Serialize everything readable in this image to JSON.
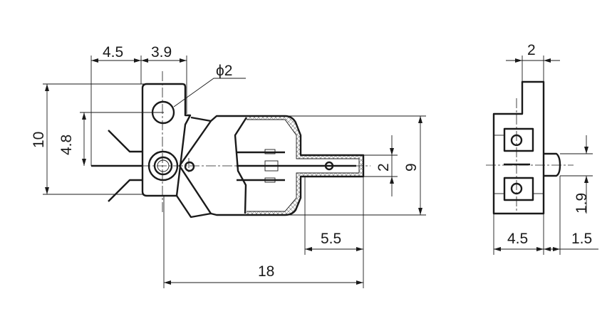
{
  "front_view": {
    "dim_width_left": "4.5",
    "dim_width_right": "3.9",
    "dim_hole_diameter": "ϕ2",
    "dim_total_height": "10",
    "dim_hole_offset": "4.8",
    "dim_channel_width": "2",
    "dim_housing_height": "9",
    "dim_channel_length": "5.5",
    "dim_total_length": "18"
  },
  "side_view": {
    "dim_tab_width": "2",
    "dim_body_width": "4.5",
    "dim_pin_length": "1.5",
    "dim_pin_diameter": "1.9"
  }
}
